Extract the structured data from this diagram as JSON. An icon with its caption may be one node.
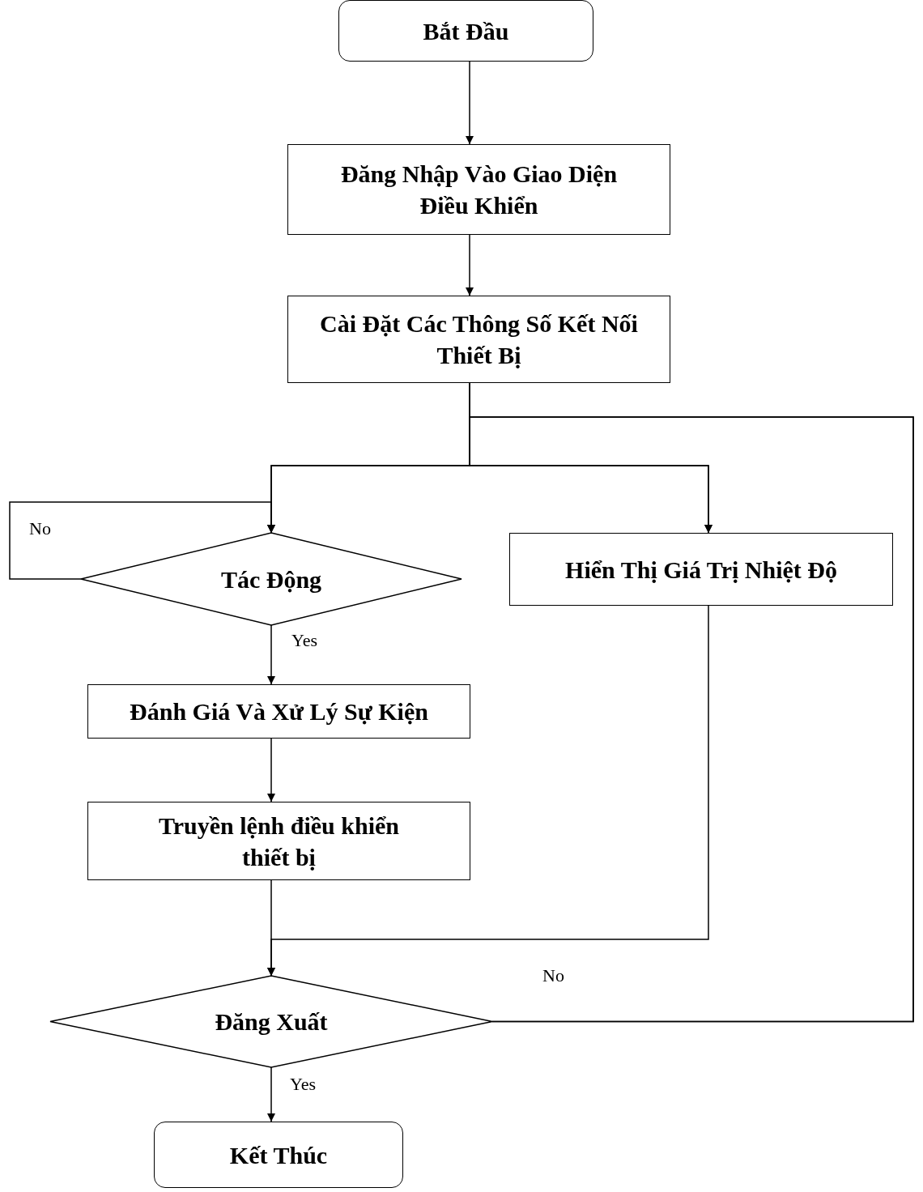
{
  "diagram": {
    "nodes": [
      {
        "text": [
          "Bắt Đầu"
        ]
      },
      {
        "text": [
          "Đăng Nhập Vào Giao Diện Điều Khiển"
        ]
      },
      {
        "text": [
          "Cài Đặt Các Thông Số Kết Nối Thiết Bị"
        ]
      },
      {
        "text": [
          "Tác Động"
        ]
      },
      {
        "text": [
          "Hiển Thị Giá Trị Nhiệt Độ"
        ]
      },
      {
        "text": [
          "Đánh Giá Và Xử Lý Sự Kiện"
        ]
      },
      {
        "text": [
          "Truyền lệnh điều khiển thiết bị"
        ]
      },
      {
        "text": [
          "Đăng Xuất"
        ]
      },
      {
        "text": [
          "Kết Thúc"
        ]
      }
    ],
    "edges": [
      {
        "from": 0,
        "to": 1,
        "arrow": "to"
      },
      {
        "from": 1,
        "to": 2,
        "arrow": "to"
      },
      {
        "from": 2,
        "to": 3,
        "arrow": "to"
      },
      {
        "from": 2,
        "to": 4,
        "arrow": "to"
      },
      {
        "from": 3,
        "to": 3,
        "arrow": "to",
        "label": "No"
      },
      {
        "from": 3,
        "to": 5,
        "arrow": "to",
        "label": "Yes"
      },
      {
        "from": 5,
        "to": 6,
        "arrow": "to"
      },
      {
        "from": 6,
        "to": 7,
        "arrow": "to"
      },
      {
        "from": 4,
        "to": 7,
        "arrow": "to"
      },
      {
        "from": 7,
        "to": 3,
        "arrow": "to",
        "label": "No"
      },
      {
        "from": 7,
        "to": 4,
        "arrow": "to"
      },
      {
        "from": 7,
        "to": 8,
        "arrow": "to",
        "label": "Yes"
      }
    ]
  }
}
